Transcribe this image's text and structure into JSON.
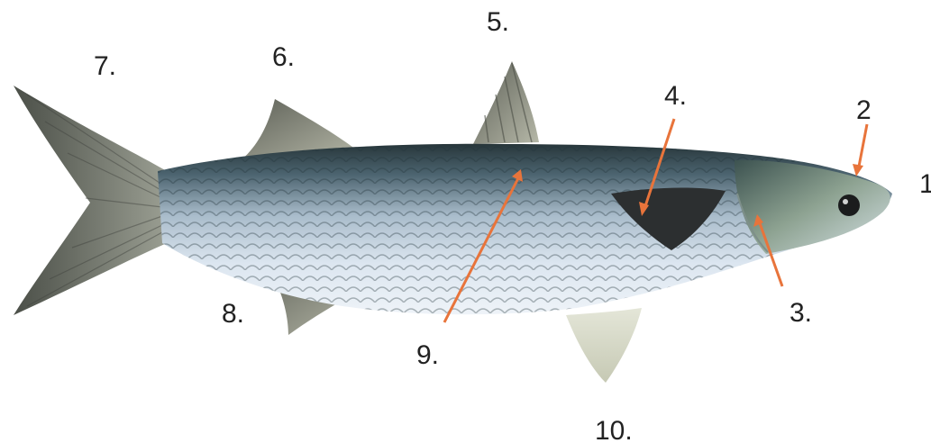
{
  "diagram": {
    "labels": [
      {
        "id": "1",
        "text": "1"
      },
      {
        "id": "2",
        "text": "2"
      },
      {
        "id": "3",
        "text": "3."
      },
      {
        "id": "4",
        "text": "4."
      },
      {
        "id": "5",
        "text": "5."
      },
      {
        "id": "6",
        "text": "6."
      },
      {
        "id": "7",
        "text": "7."
      },
      {
        "id": "8",
        "text": "8."
      },
      {
        "id": "9",
        "text": "9."
      },
      {
        "id": "10",
        "text": "10."
      }
    ]
  },
  "colors": {
    "arrow": "#e8743b",
    "body_light": "#dde6ef",
    "body_dark": "#2a3a40",
    "fin": "#7c7f72"
  }
}
